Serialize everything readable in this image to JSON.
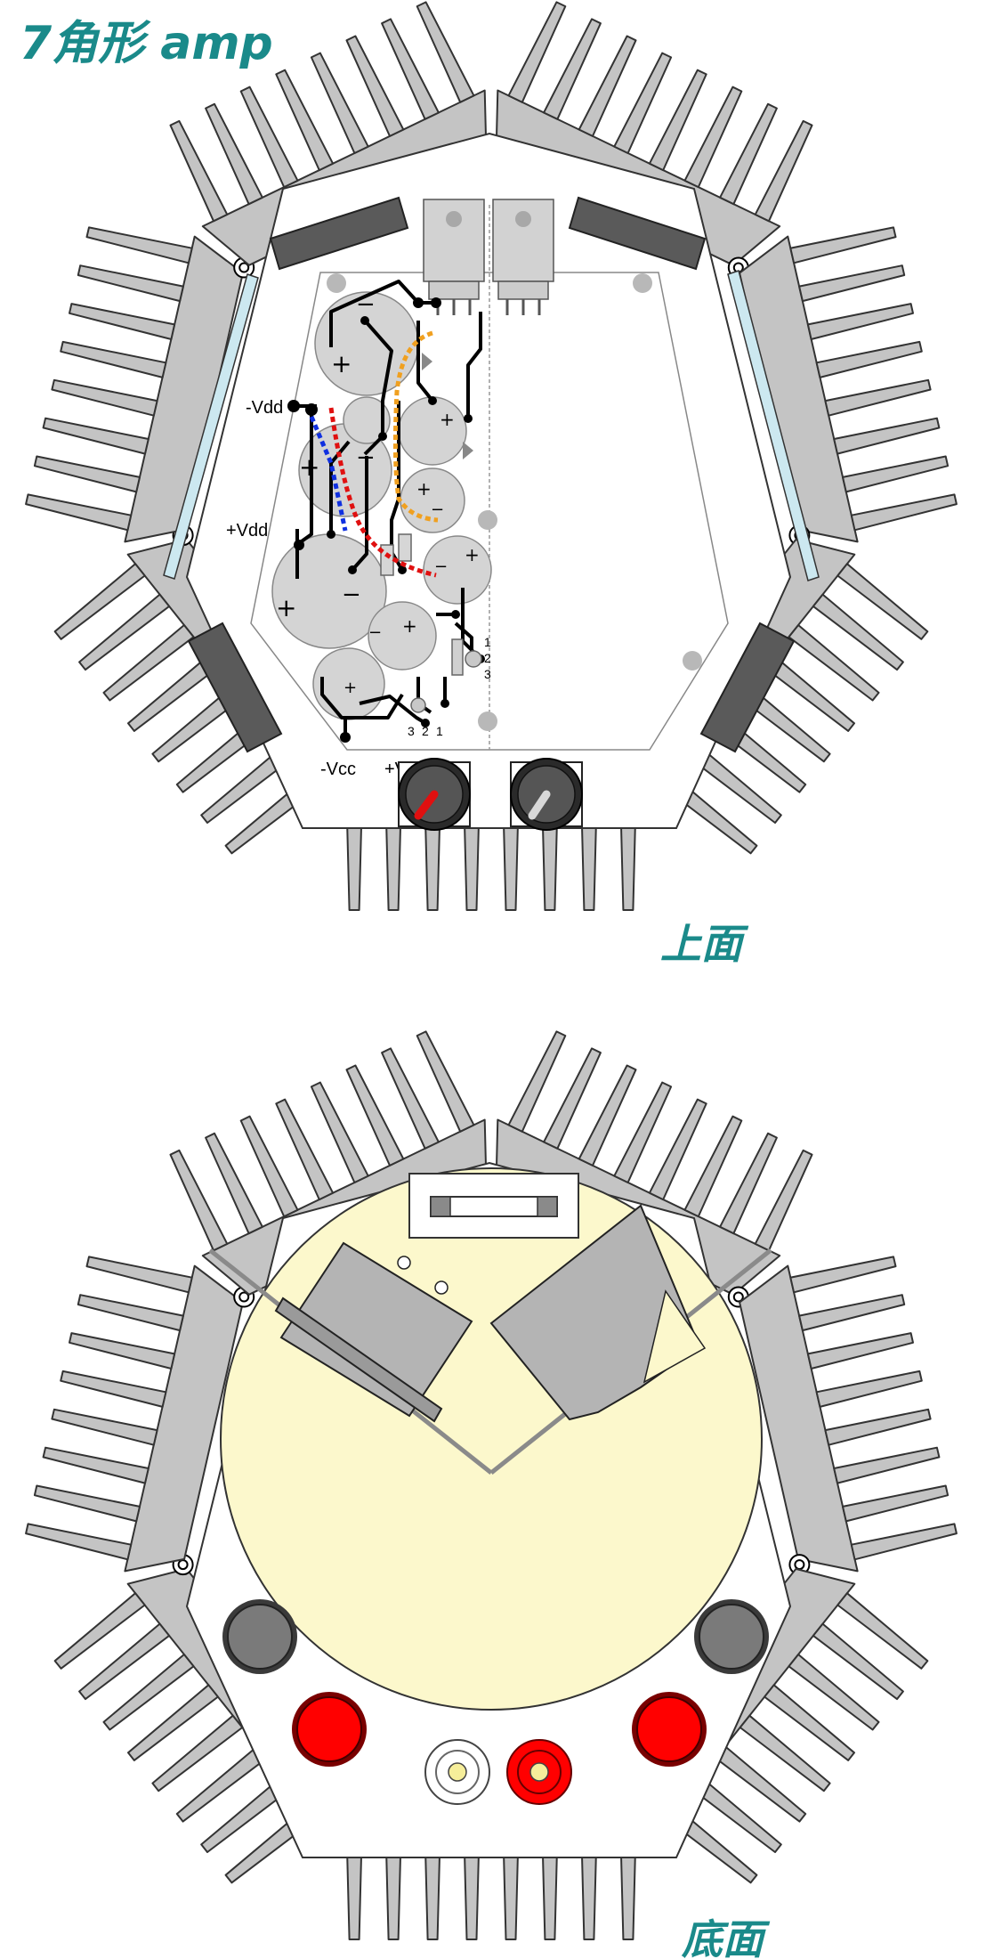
{
  "title": "7角形 amp",
  "views": {
    "top": {
      "label": "上面"
    },
    "bottom": {
      "label": "底面"
    }
  },
  "labels": {
    "neg_vdd": "-Vdd",
    "pos_vdd": "+Vdd",
    "neg_vcc": "-Vcc",
    "pos_vcc": "+Vcc",
    "pin_1": "1",
    "pin_2": "2",
    "pin_3": "3",
    "plus": "+",
    "minus": "−"
  },
  "colors": {
    "heatsink": "#c4c4c4",
    "heatsink_stroke": "#333333",
    "accent_title": "#1a8a8a",
    "transformer_disc": "#fcf8cc",
    "wire_red": "#e01010",
    "wire_blue": "#1030e0",
    "wire_orange": "#f0a020",
    "glass": "#cce8f0",
    "terminal_red": "#ff0000",
    "terminal_gray": "#6e6e6e"
  }
}
